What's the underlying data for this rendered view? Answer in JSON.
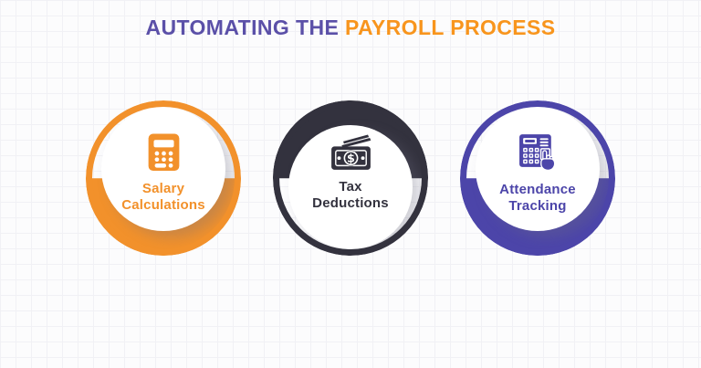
{
  "title": {
    "text_primary": "AUTOMATING THE",
    "text_accent": "PAYROLL PROCESS",
    "color_primary": "#5B50A8",
    "color_accent": "#F8951D"
  },
  "background": {
    "color": "#FCFCFD",
    "grid_line_color": "#F1F1F5"
  },
  "items": [
    {
      "name": "salary-calculations",
      "icon": "calculator-icon",
      "color": "#F2912B",
      "label": [
        "Salary",
        "Calculations"
      ],
      "thick_side": "bottom"
    },
    {
      "name": "tax-deductions",
      "icon": "money-bills-icon",
      "color": "#33323E",
      "label": [
        "Tax",
        "Deductions"
      ],
      "thick_side": "top"
    },
    {
      "name": "attendance-tracking",
      "icon": "attendance-machine-icon",
      "color": "#4C45A9",
      "label": [
        "Attendance",
        "Tracking"
      ],
      "thick_side": "bottom"
    }
  ]
}
